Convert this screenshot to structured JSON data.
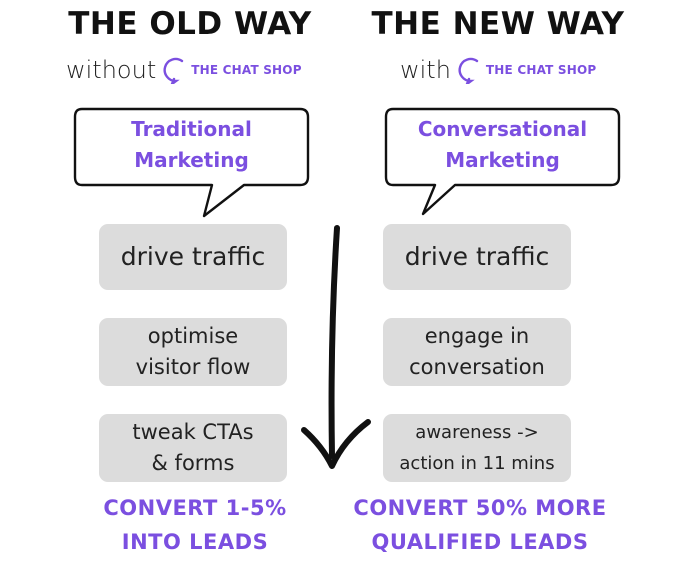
{
  "left": {
    "heading": "THE OLD WAY",
    "prefix": "without",
    "brand": "THE CHAT SHOP",
    "bubble": "Traditional\nMarketing",
    "steps": [
      "drive traffic",
      "optimise\nvisitor flow",
      "tweak CTAs\n& forms"
    ],
    "result": "CONVERT 1-5%\nINTO LEADS"
  },
  "right": {
    "heading": "THE NEW WAY",
    "prefix": "with",
    "brand": "THE CHAT SHOP",
    "bubble": "Conversational\nMarketing",
    "steps": [
      "drive traffic",
      "engage in\nconversation",
      "awareness ->\naction in 11 mins"
    ],
    "result": "CONVERT 50% MORE\nQUALIFIED LEADS"
  },
  "colors": {
    "accent": "#7b4fe0",
    "box": "#dcdcdc",
    "text": "#111111"
  },
  "icons": {
    "brand": "chat-bubble-icon",
    "flow": "down-arrow-icon"
  }
}
